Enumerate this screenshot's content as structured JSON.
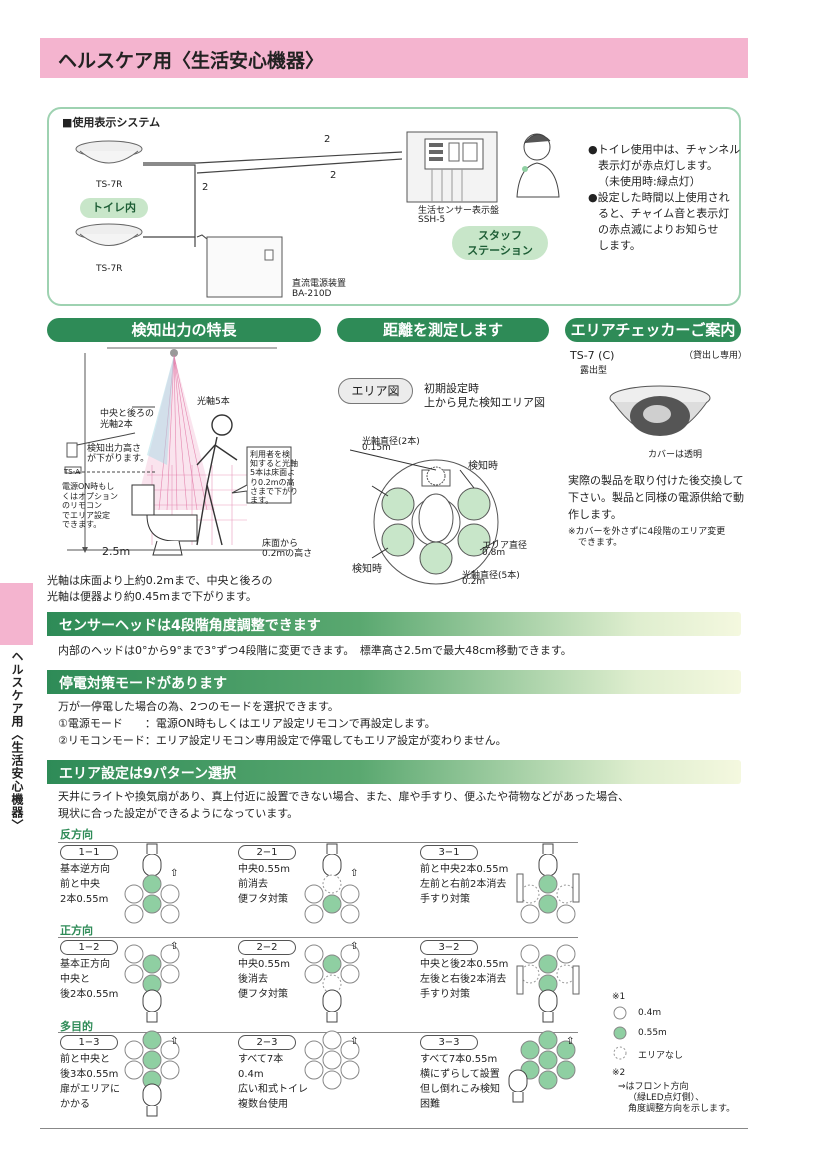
{
  "page": {
    "title": "ヘルスケア用〈生活安心機器〉",
    "side_label": "ヘルスケア用〈生活安心機器〉"
  },
  "system": {
    "heading": "■使用表示システム",
    "sensor_top": "TS-7R",
    "sensor_bottom": "TS-7R",
    "toilet_label": "トイレ内",
    "wire_labels": [
      "2",
      "2",
      "2"
    ],
    "panel_name": "生活センサー表示盤",
    "panel_model": "SSH-5",
    "power_name": "直流電源装置",
    "power_model": "BA-210D",
    "staff_label_1": "スタッフ",
    "staff_label_2": "ステーション",
    "notes": [
      "●トイレ使用中は、チャンネル",
      "表示灯が赤点灯します。",
      "（未使用時:緑点灯）",
      "●設定した時間以上使用され",
      "ると、チャイム音と表示灯",
      "の赤点滅によりお知らせ",
      "します。"
    ]
  },
  "detect": {
    "tab": "検知出力の特長",
    "beam5": "光軸5本",
    "center_back_1": "中央と後ろの",
    "center_back_2": "光軸2本",
    "height_1": "検知出力高さ",
    "height_2": "が下がります。",
    "tsa": "TS-A",
    "power_note": [
      "電源ON時もし",
      "くはオプション",
      "のリモコン",
      "でエリア設定",
      "できます。"
    ],
    "user_note": [
      "利用者を検",
      "知すると光軸",
      "5本は床面よ",
      "り0.2mの高",
      "さまで下がり",
      "ます。"
    ],
    "floor_1": "床面から",
    "floor_2": "0.2mの高さ",
    "height_25": "2.5m",
    "caption_1": "光軸は床面より上約0.2mまで、中央と後ろの",
    "caption_2": "光軸は便器より約0.45mまで下がります。"
  },
  "distance": {
    "tab": "距離を測定します",
    "area_badge": "エリア図",
    "desc_1": "初期設定時",
    "desc_2": "上から見た検知エリア図",
    "beam_dia_2": "光軸直径(2本)",
    "beam_dia_2_val": "0.15m",
    "detect_1": "検知時",
    "detect_2": "検知時",
    "area_dia": "エリア直径",
    "area_dia_val": "0.8m",
    "beam_dia_5": "光軸直径(5本)",
    "beam_dia_5_val": "0.2m"
  },
  "checker": {
    "tab": "エリアチェッカーご案内",
    "model": "TS-7 (C)",
    "rental": "（貸出し専用）",
    "type": "露出型",
    "cover": "カバーは透明",
    "desc": [
      "実際の製品を取り付けた後交換して",
      "下さい。製品と同様の電源供給で動",
      "作します。"
    ],
    "note_1": "※カバーを外さずに4段階のエリア変更",
    "note_2": "できます。"
  },
  "sections": {
    "angle": {
      "title": "センサーヘッドは4段階角度調整できます",
      "text": "内部のヘッドは0°から9°まで3°ずつ4段階に変更できます。　標準高さ2.5mで最大48cm移動できます。"
    },
    "outage": {
      "title": "停電対策モードがあります",
      "lines": [
        "万が一停電した場合の為、2つのモードを選択できます。",
        "①電源モード　　：電源ON時もしくはエリア設定リモコンで再設定します。",
        "②リモコンモード：エリア設定リモコン専用設定で停電してもエリア設定が変わりません。"
      ]
    },
    "patterns": {
      "title": "エリア設定は9パターン選択",
      "lines": [
        "天井にライトや換気扇があり、真上付近に設置できない場合、また、扉や手すり、便ふたや荷物などがあった場合、",
        "現状に合った設定ができるようになっています。"
      ]
    }
  },
  "pattern_groups": [
    {
      "label": "反方向",
      "items": [
        {
          "id": "1−1",
          "lines": [
            "基本逆方向",
            "前と中央",
            "2本0.55m"
          ]
        },
        {
          "id": "2−1",
          "lines": [
            "中央0.55m",
            "前消去",
            "便フタ対策"
          ]
        },
        {
          "id": "3−1",
          "lines": [
            "前と中央2本0.55m",
            "左前と右前2本消去",
            "手すり対策"
          ]
        }
      ]
    },
    {
      "label": "正方向",
      "items": [
        {
          "id": "1−2",
          "lines": [
            "基本正方向",
            "中央と",
            "後2本0.55m"
          ]
        },
        {
          "id": "2−2",
          "lines": [
            "中央0.55m",
            "後消去",
            "便フタ対策"
          ]
        },
        {
          "id": "3−2",
          "lines": [
            "中央と後2本0.55m",
            "左後と右後2本消去",
            "手すり対策"
          ]
        }
      ]
    },
    {
      "label": "多目的",
      "items": [
        {
          "id": "1−3",
          "lines": [
            "前と中央と",
            "後3本0.55m",
            "扉がエリアに",
            "かかる"
          ]
        },
        {
          "id": "2−3",
          "lines": [
            "すべて7本",
            "0.4m",
            "広い和式トイレ",
            "複数台使用"
          ]
        },
        {
          "id": "3−3",
          "lines": [
            "すべて7本0.55m",
            "横にずらして設置",
            "但し倒れこみ検知",
            "困難"
          ]
        }
      ]
    }
  ],
  "legend": {
    "note1": "※1",
    "item1": "0.4m",
    "item2": "0.55m",
    "item3": "エリアなし",
    "note2": "※2",
    "arrow_note_1": "⇒はフロント方向",
    "arrow_note_2": "（緑LED点灯側）、",
    "arrow_note_3": "角度調整方向を示します。"
  },
  "colors": {
    "accent_green": "#2e8b57",
    "light_green": "#9ed2b1",
    "pink": "#f4b4cf",
    "circle_green": "#8fcfa2"
  }
}
